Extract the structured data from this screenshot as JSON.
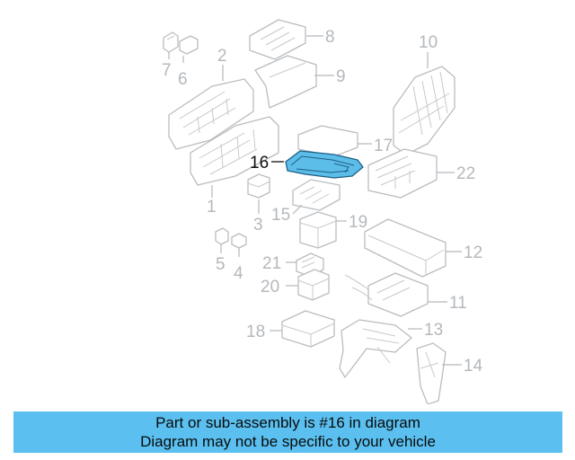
{
  "callouts": {
    "c1": "1",
    "c2": "2",
    "c3": "3",
    "c4": "4",
    "c5": "5",
    "c6": "6",
    "c7": "7",
    "c8": "8",
    "c9": "9",
    "c10": "10",
    "c11": "11",
    "c12": "12",
    "c13": "13",
    "c14": "14",
    "c15": "15",
    "c16": "16",
    "c17": "17",
    "c18": "18",
    "c19": "19",
    "c20": "20",
    "c21": "21",
    "c22": "22"
  },
  "highlighted_part": "16",
  "colors": {
    "highlight": "#5bbde8",
    "banner": "#5bc0f0",
    "line_art": "#b9bdc1"
  },
  "banner": {
    "line1": "Part or sub-assembly is #16 in diagram",
    "line2": "Diagram may not be specific to your vehicle"
  }
}
